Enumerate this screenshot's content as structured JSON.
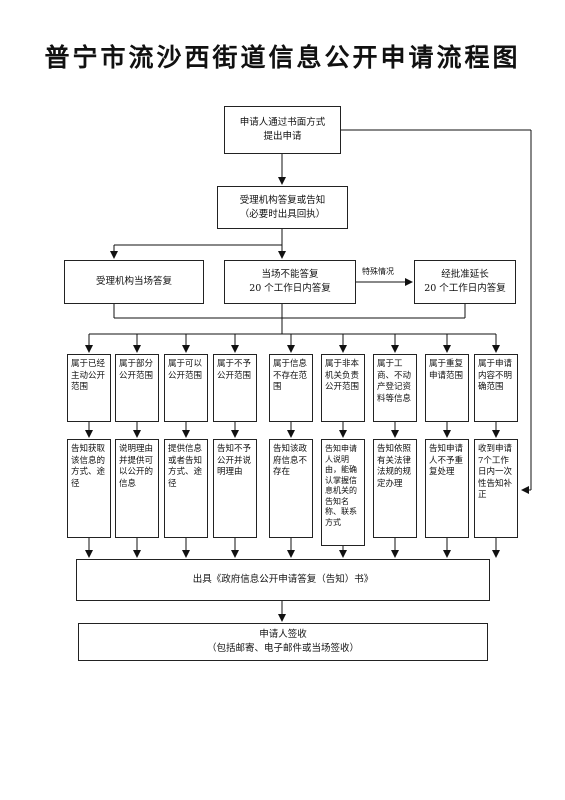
{
  "title": "普宁市流沙西街道信息公开申请流程图",
  "step1": {
    "line1": "申请人通过书面方式",
    "line2": "提出申请"
  },
  "step2": {
    "line1": "受理机构答复或告知",
    "line2": "（必要时出具回执）"
  },
  "step3": {
    "left": "受理机构当场答复",
    "center": {
      "line1": "当场不能答复",
      "line2": "20 个工作日内答复"
    },
    "right": {
      "line1": "经批准延长",
      "line2": "20 个工作日内答复"
    },
    "special": "特殊情况"
  },
  "categories": [
    "属于已经主动公开范围",
    "属于部分公开范围",
    "属于可以公开范围",
    "属于不予公开范围",
    "属于信息不存在范围",
    "属于非本机关负责公开范围",
    "属于工商、不动产登记资料等信息",
    "属于重复申请范围",
    "属于申请内容不明确范围"
  ],
  "responses": [
    "告知获取该信息的方式、途径",
    "说明理由并提供可以公开的信息",
    "提供信息或者告知方式、途径",
    "告知不予公开并说明理由",
    "告知该政府信息不存在",
    "告知申请人说明由，能确认掌握信息机关的告知名称、联系方式",
    "告知依照有关法律法规的规定办理",
    "告知申请人不予重复处理",
    "收到申请7个工作日内一次性告知补正"
  ],
  "issue": "出具《政府信息公开申请答复（告知）书》",
  "sign": {
    "line1": "申请人签收",
    "line2": "（包括邮寄、电子邮件或当场签收）"
  }
}
